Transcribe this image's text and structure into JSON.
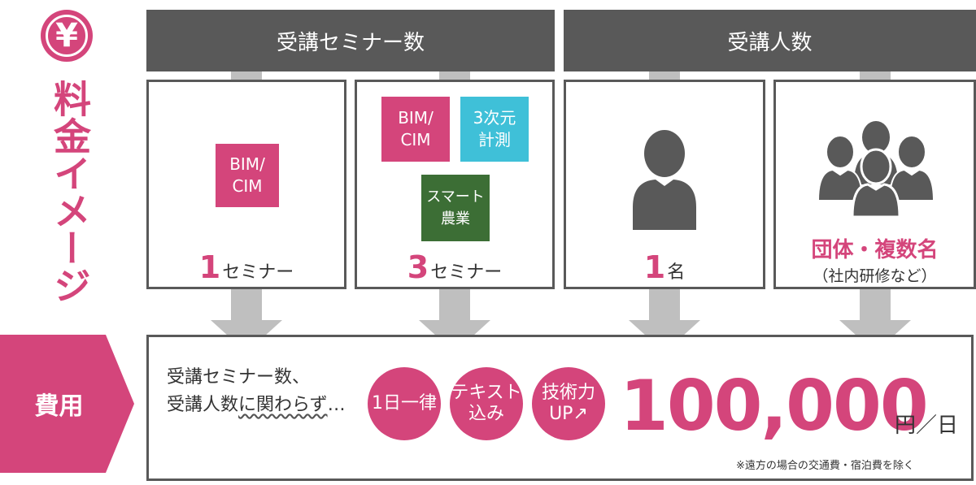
{
  "side": {
    "yen": "¥",
    "title": "料金イメージ"
  },
  "headers": {
    "seminars": "受講セミナー数",
    "participants": "受講人数"
  },
  "options": {
    "one_seminar": {
      "tag": "BIM/\nCIM",
      "num": "1",
      "suffix": "セミナー"
    },
    "three_seminars": {
      "tags": [
        "BIM/\nCIM",
        "3次元\n計測",
        "スマート\n農業"
      ],
      "num": "3",
      "suffix": "セミナー"
    },
    "one_person": {
      "num": "1",
      "suffix": "名"
    },
    "group": {
      "title": "団体・複数名",
      "sub": "（社内研修など）"
    }
  },
  "cost": {
    "label": "費用",
    "desc_line1": "受講セミナー数、",
    "desc_line2_a": "受講人数",
    "desc_line2_b": "に関わらず",
    "desc_line2_c": "…",
    "badges": [
      "1日一律",
      "テキスト\n込み",
      "技術力\nUP↗"
    ],
    "price": "100,000",
    "unit": "円／日",
    "note": "※遠方の場合の交通費・宿泊費を除く"
  },
  "colors": {
    "accent": "#d4457b",
    "header": "#595959",
    "cyan": "#3fc0d8",
    "green": "#3c6e35",
    "arrow": "#bfbfbf"
  },
  "icons": [
    "yen-icon",
    "person-icon",
    "group-icon"
  ]
}
